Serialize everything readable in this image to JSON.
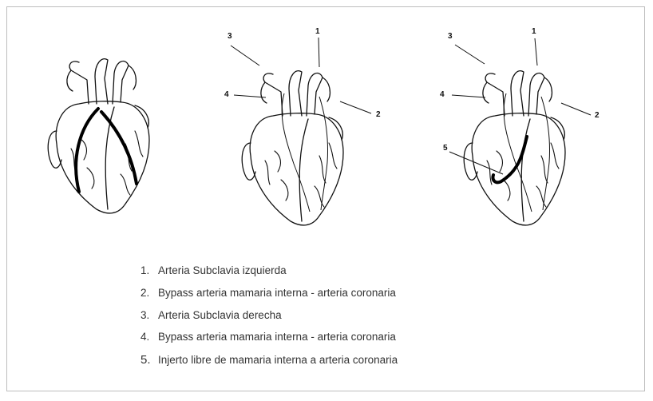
{
  "figure": {
    "callouts": [
      "1",
      "2",
      "3",
      "4",
      "5"
    ],
    "legend": [
      {
        "number": "1.",
        "text": "Arteria Subclavia izquierda"
      },
      {
        "number": "2.",
        "text": "Bypass arteria mamaria interna - arteria coronaria"
      },
      {
        "number": "3.",
        "text": "Arteria Subclavia derecha"
      },
      {
        "number": "4.",
        "text": "Bypass arteria mamaria interna - arteria coronaria"
      },
      {
        "number": "5.",
        "text": "Injerto libre de mamaria interna a arteria coronaria"
      }
    ]
  }
}
